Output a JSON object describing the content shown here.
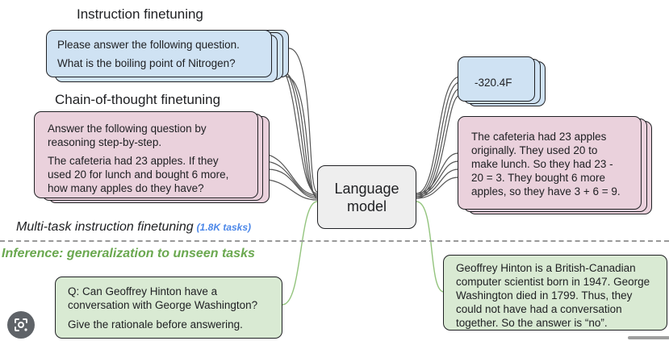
{
  "labels": {
    "instruction_finetuning": "Instruction finetuning",
    "cot_finetuning": "Chain-of-thought finetuning",
    "multi_task": "Multi-task instruction finetuning",
    "multi_task_count": "(1.8K tasks)",
    "inference": "Inference: generalization to unseen tasks"
  },
  "center": {
    "line1": "Language",
    "line2": "model"
  },
  "instruction_input": {
    "line1": "Please answer the following question.",
    "line2": "What is the boiling point of Nitrogen?"
  },
  "cot_input": {
    "line1": "Answer the following question by",
    "line2": "reasoning step-by-step.",
    "line3": "The cafeteria had 23 apples. If they",
    "line4": "used 20 for lunch and bought 6 more,",
    "line5": "how many apples do they have?"
  },
  "instruction_output": {
    "text": "-320.4F"
  },
  "cot_output": {
    "line1": "The cafeteria had 23 apples",
    "line2": "originally. They used 20 to",
    "line3": "make lunch. So they had 23 -",
    "line4": "20 = 3. They bought 6 more",
    "line5": "apples, so they have 3 + 6 = 9."
  },
  "inference_input": {
    "line1": "Q: Can Geoffrey Hinton have a",
    "line2": "conversation with George Washington?",
    "line3": "Give the rationale before answering."
  },
  "inference_output": {
    "line1": "Geoffrey Hinton is a British-Canadian",
    "line2": "computer scientist born in 1947. George",
    "line3": "Washington died in 1799. Thus, they",
    "line4": "could not have had a conversation",
    "line5": "together. So the answer is “no”."
  },
  "colors": {
    "finetune_input": "#cfe2f3",
    "cot": "#ead1dc",
    "inference": "#d9ead3",
    "inference_label": "#6aa84f",
    "task_count": "#4a86e8"
  },
  "icons": [
    "lens-icon"
  ]
}
